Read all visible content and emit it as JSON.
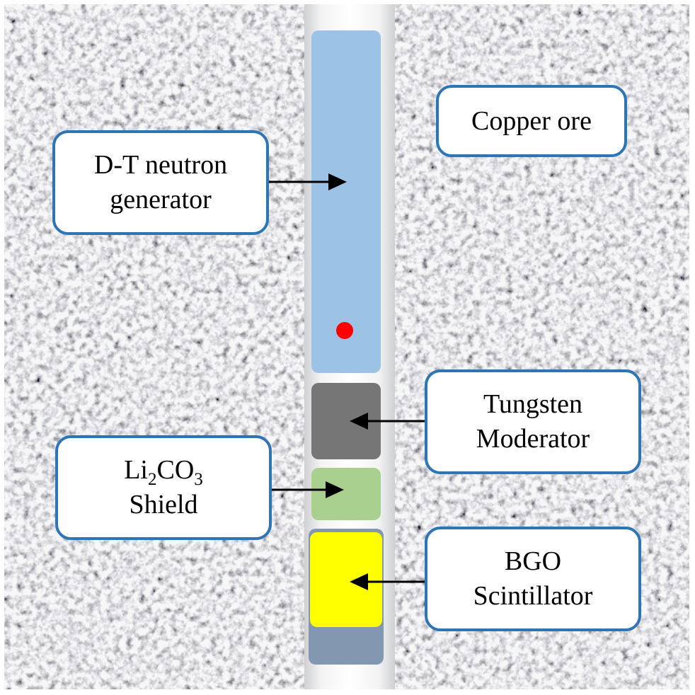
{
  "labels": {
    "generator_line1": "D-T neutron",
    "generator_line2": "generator",
    "copper_ore": "Copper ore",
    "moderator_line1": "Tungsten",
    "moderator_line2": "Moderator",
    "shield_li": "Li",
    "shield_sub2": "2",
    "shield_co": "CO",
    "shield_sub3": "3",
    "shield_line2": "Shield",
    "bgo_line1": "BGO",
    "bgo_line2": "Scintillator"
  },
  "colors": {
    "callout_border": "#2e75b6",
    "generator": "#9cc2e5",
    "source_point": "#ff0000",
    "moderator": "#767676",
    "shield": "#a9d08e",
    "scintillator": "#ffff00",
    "detector_housing": "#8497b0",
    "ore_background": "#c9cacd"
  }
}
